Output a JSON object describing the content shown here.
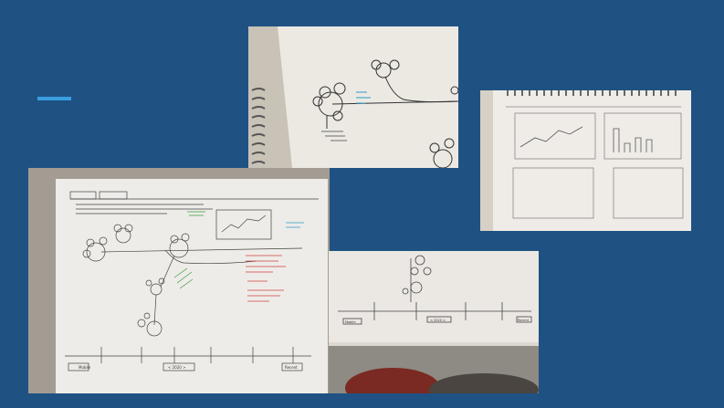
{
  "slide": {
    "accent_color": "#3a9ee0",
    "background_color": "#1f5283"
  },
  "photos": [
    {
      "id": "top",
      "subject": "sketch-flower-timeline-closeup"
    },
    {
      "id": "right",
      "subject": "sketch-dashboard-charts"
    },
    {
      "id": "left",
      "subject": "sketch-full-timeline-page"
    },
    {
      "id": "bottom",
      "subject": "sketch-timeline-slider"
    }
  ],
  "timeline_labels": {
    "left_start": "Mobile",
    "left_middle": "< 2020 >",
    "left_end": "Recent",
    "bottom_start": "Mobile",
    "bottom_middle": "< 2020 >",
    "bottom_end": "Recent"
  }
}
